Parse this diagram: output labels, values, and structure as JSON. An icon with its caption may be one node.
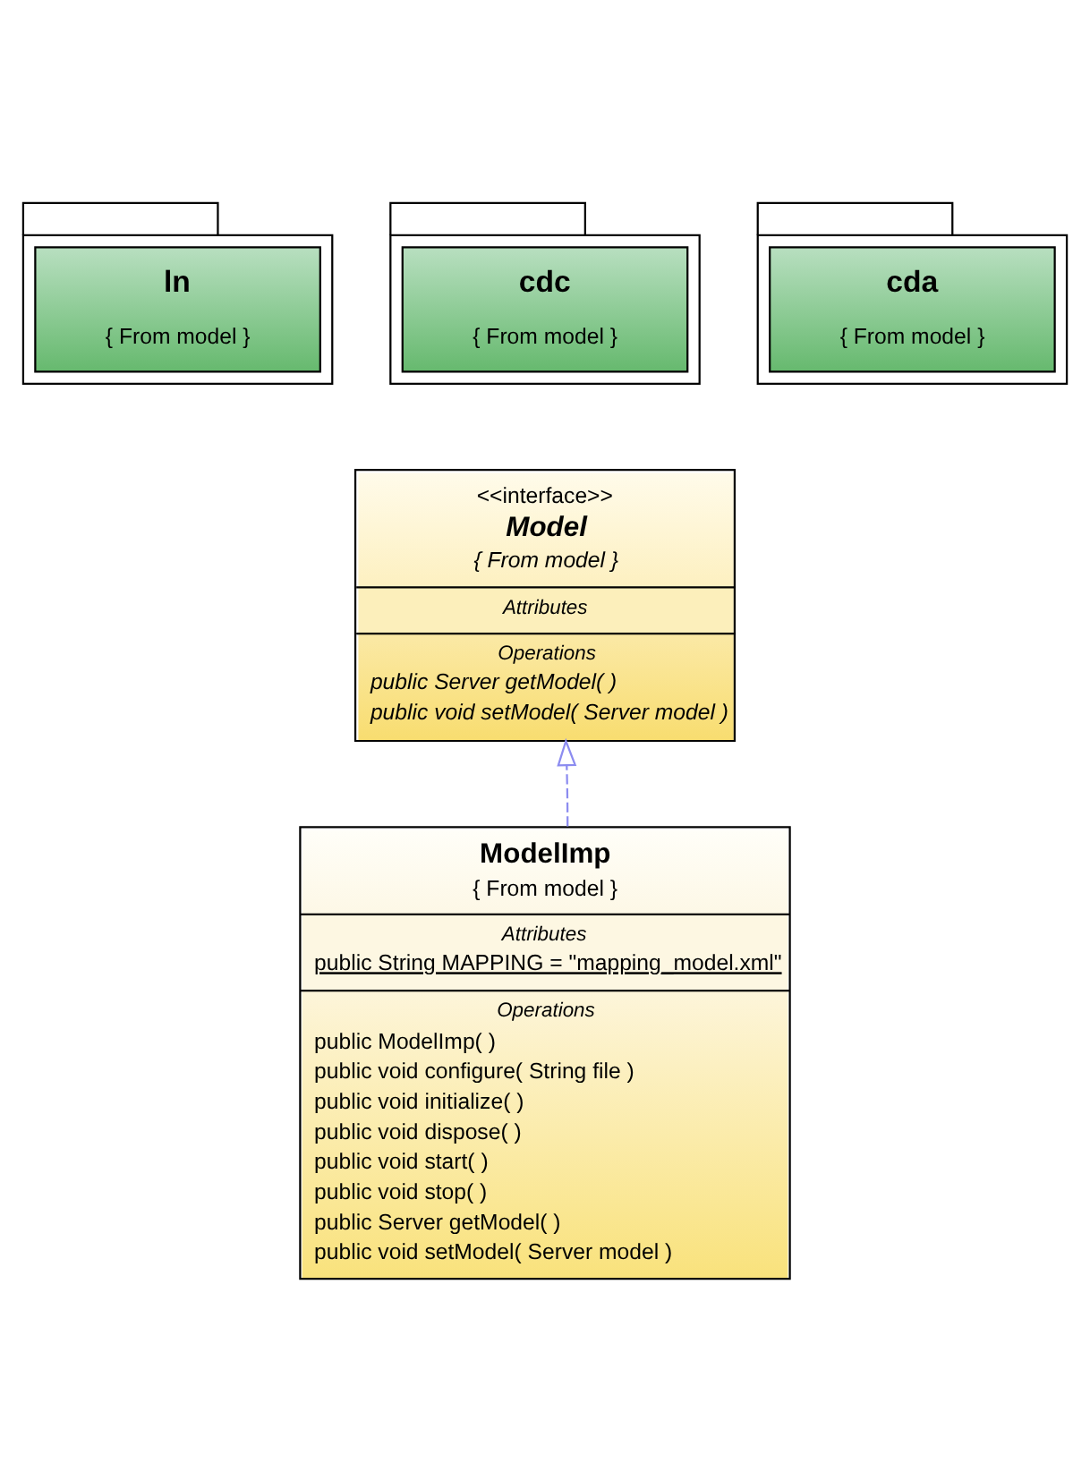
{
  "diagram": {
    "nodes": [
      {
        "text": [
          "ln",
          "{ From model }"
        ]
      },
      {
        "text": [
          "cdc",
          "{ From model }"
        ]
      },
      {
        "text": [
          "cda",
          "{ From model }"
        ]
      },
      {
        "text": [
          "<<interface>>",
          "Model",
          "{ From model }",
          "Attributes",
          "Operations",
          "public Server getModel( )",
          "public void setModel( Server model )"
        ]
      },
      {
        "text": [
          "ModelImp",
          "{ From model }",
          "Attributes",
          "public String MAPPING = \"mapping_model.xml\"",
          "Operations",
          "public ModelImp( )",
          "public void configure( String file )",
          "public void initialize( )",
          "public void dispose( )",
          "public void start( )",
          "public void stop( )",
          "public Server getModel( )",
          "public void setModel( Server model )"
        ]
      }
    ],
    "edges": [
      {
        "from": 4,
        "to": 3,
        "arrow": "to",
        "style": "dashed",
        "color": "#8c8cf0"
      }
    ]
  }
}
